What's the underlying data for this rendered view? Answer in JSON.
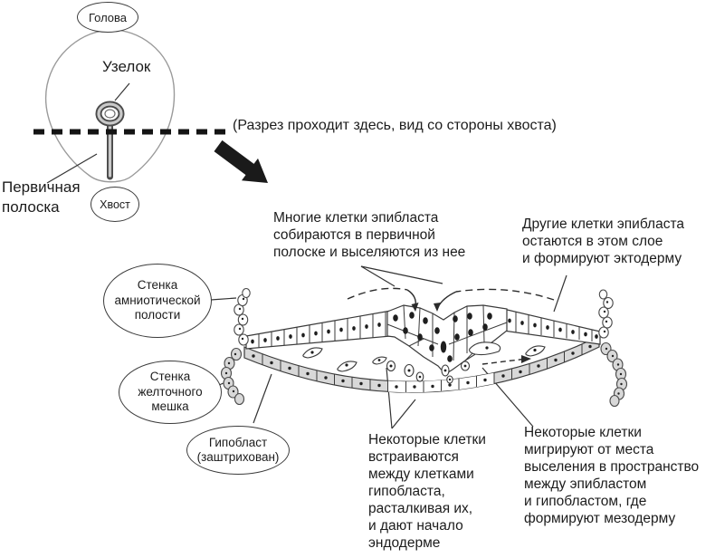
{
  "top_view": {
    "head": "Голова",
    "node": "Узелок",
    "primitive_streak": "Первичная\nполоска",
    "tail": "Хвост",
    "section_note": "(Разрез проходит здесь, вид со стороны хвоста)"
  },
  "cross_section": {
    "epiblast_many": "Многие клетки эпибласта\nсобираются в первичной\nполоске и выселяются из нее",
    "epiblast_other": "Другие клетки эпибласта\nостаются в этом слое\nи формируют эктодерму",
    "amnion_wall": "Стенка\nамниотической\nполости",
    "yolk_sac_wall": "Стенка\nжелточного\nмешка",
    "hypoblast": "Гипобласт\n(заштрихован)",
    "endoderm_note": "Некоторые клетки\nвстраиваются\nмежду клетками\nгипобласта,\nрасталкивая их,\nи дают начало\nэндодерме",
    "mesoderm_note": "Некоторые клетки\nмигрируют от места\nвыселения в пространство\nмежду эпибластом\nи гипобластом, где\nформируют мезодерму"
  },
  "colors": {
    "ink": "#1c1c1c",
    "embryo_outline": "#9a9a9a",
    "hypoblast_fill": "#d8d8d8"
  }
}
